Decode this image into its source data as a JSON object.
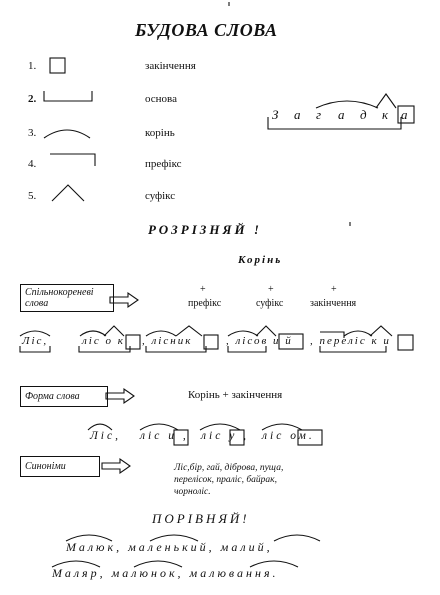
{
  "title": "БУДОВА СЛОВА",
  "legend": [
    {
      "num": "1.",
      "label": "закінчення",
      "icon": "ending-box-icon"
    },
    {
      "num": "2.",
      "label": "основа",
      "icon": "stem-bracket-icon"
    },
    {
      "num": "3.",
      "label": "корінь",
      "icon": "root-arc-icon"
    },
    {
      "num": "4.",
      "label": "префікс",
      "icon": "prefix-corner-icon"
    },
    {
      "num": "5.",
      "label": "суфікс",
      "icon": "suffix-caret-icon"
    }
  ],
  "example_letters": [
    "З",
    "а",
    "г",
    "а",
    "д",
    "к",
    "а"
  ],
  "rozriznyai": "РОЗРІЗНЯЙ !",
  "korin_heading": "Корінь",
  "spilnokor": {
    "label_line1": "Спільнокореневі",
    "label_line2": "слова",
    "parts": [
      {
        "plus": "+",
        "name": "префікс"
      },
      {
        "plus": "+",
        "name": "суфікс"
      },
      {
        "plus": "+",
        "name": "закінчення"
      }
    ],
    "words": [
      "Ліс,",
      "ліс о к",
      ", лісник",
      ", лісов и й",
      ", переліс к и"
    ]
  },
  "forma": {
    "label": "Форма слова",
    "formula": "Корінь  +  закінчення",
    "words": [
      "Ліс,",
      "ліс и ,",
      "ліс у ,",
      "ліс ом."
    ]
  },
  "synonimy": {
    "label": "Синоніми",
    "lines": [
      "Ліс,бір, гай, діброва, пуща,",
      "перелісок, праліс, байрак,",
      "чорноліс."
    ]
  },
  "porivnyai": "ПОРІВНЯЙ!",
  "compare_line1": "Малюк, маленький, малий,",
  "compare_line2": "Маляр, малюнок, малювання."
}
